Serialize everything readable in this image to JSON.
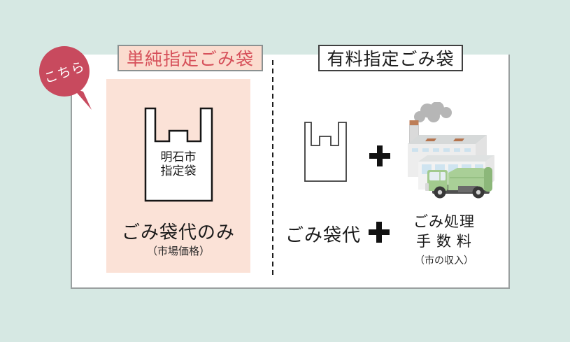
{
  "canvas": {
    "background": "#d6e8e3",
    "panel_border": "#9aa0a0"
  },
  "callout": {
    "label": "こちら",
    "bg_color": "#c84a5e",
    "text_color": "#ffffff"
  },
  "comparison": {
    "left": {
      "title": "単純指定ごみ袋",
      "title_color": "#d6505a",
      "title_bg": "#fbdccf",
      "highlight_bg": "#fbe2d7",
      "bag_text_line1": "明石市",
      "bag_text_line2": "指定袋",
      "price_label": "ごみ袋代のみ",
      "price_note": "（市場価格）"
    },
    "right": {
      "title": "有料指定ごみ袋",
      "bag_cost_label": "ごみ袋代",
      "fee_label_line1": "ごみ処理",
      "fee_label_line2": "手 数 料",
      "fee_note": "（市の収入）"
    }
  },
  "icons": {
    "callout_bubble": "speech-bubble-icon",
    "bag_large": "garbage-bag-icon",
    "bag_small": "garbage-bag-icon",
    "plus_top": "plus-icon",
    "plus_bottom": "plus-icon",
    "factory": "factory-icon",
    "smoke": "smoke-icon",
    "truck": "garbage-truck-icon"
  }
}
